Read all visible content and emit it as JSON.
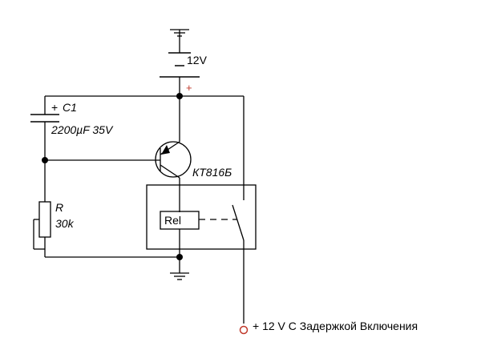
{
  "diagram": {
    "battery": {
      "voltage_label": "12V",
      "polarity_label": "+"
    },
    "capacitor": {
      "name": "C1",
      "value": "2200µF 35V",
      "polarity_label": "+"
    },
    "transistor": {
      "model": "КТ816Б"
    },
    "resistor": {
      "name": "R",
      "value": "30k"
    },
    "relay": {
      "coil_label": "Rel"
    },
    "output": {
      "label": "+ 12 V С Задержкой Включения"
    },
    "colors": {
      "wire": "#000000",
      "terminal": "#c0392b",
      "polarity_mark": "#c0392b"
    }
  }
}
